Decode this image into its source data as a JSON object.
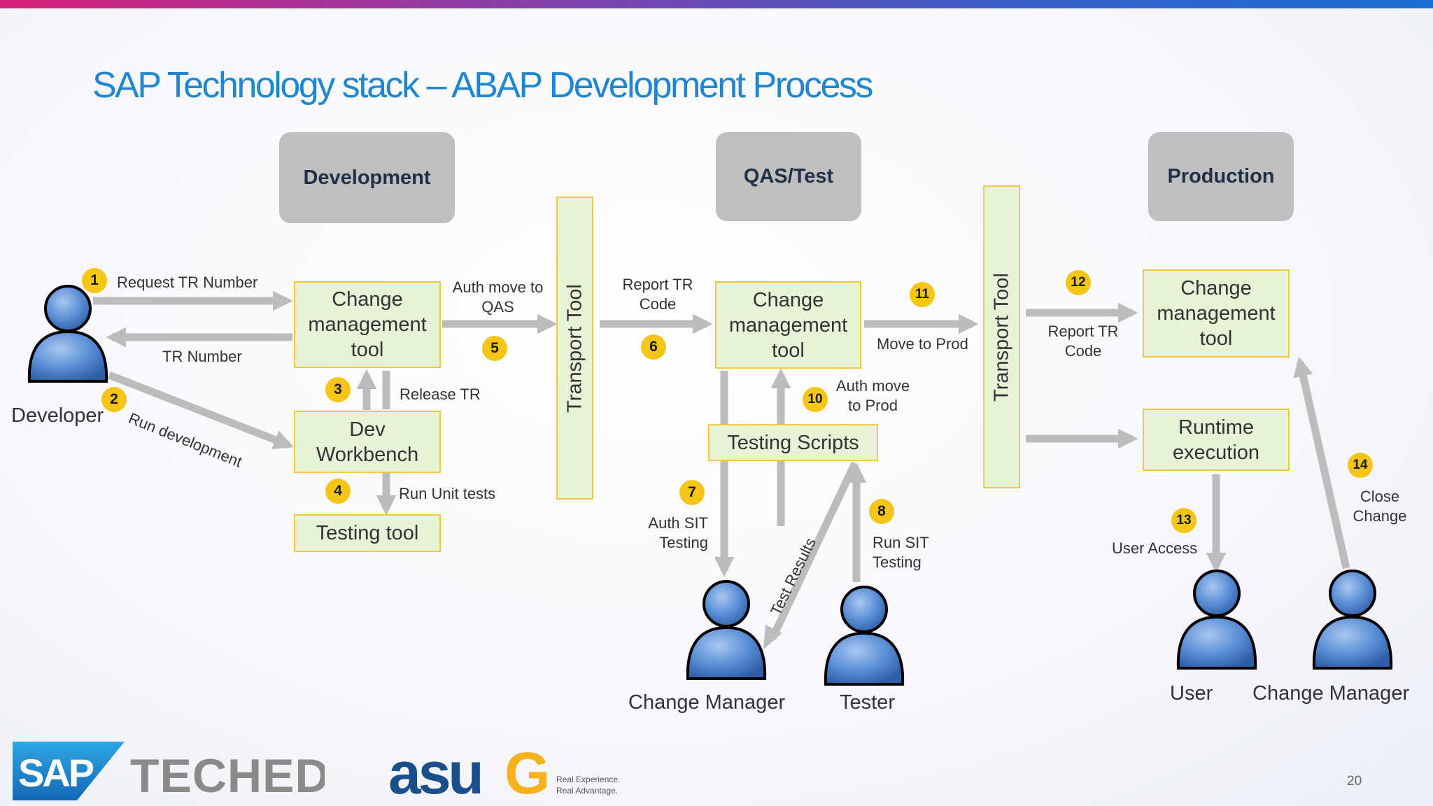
{
  "title": "SAP Technology stack – ABAP Development Process",
  "environments": {
    "development": "Development",
    "qas": "QAS/Test",
    "production": "Production"
  },
  "boxes": {
    "cm_dev": "Change management tool",
    "dev_workbench": "Dev Workbench",
    "testing_tool": "Testing tool",
    "transport_1": "Transport Tool",
    "cm_qas": "Change management tool",
    "testing_scripts": "Testing Scripts",
    "transport_2": "Transport Tool",
    "cm_prod": "Change management tool",
    "runtime": "Runtime execution"
  },
  "labels": {
    "request_tr": "Request TR Number",
    "tr_number": "TR Number",
    "run_dev": "Run development",
    "release_tr": "Release TR",
    "run_unit": "Run Unit tests",
    "auth_qas_1": "Auth move to",
    "auth_qas_2": "QAS",
    "report_tr_1": "Report TR",
    "report_tr_2": "Code",
    "move_prod": "Move to Prod",
    "auth_prod_1": "Auth move",
    "auth_prod_2": "to Prod",
    "auth_sit_1": "Auth SIT",
    "auth_sit_2": "Testing",
    "test_results": "Test Results",
    "run_sit_1": "Run SIT",
    "run_sit_2": "Testing",
    "report_tr_p1": "Report TR",
    "report_tr_p2": "Code",
    "user_access": "User Access",
    "close_1": "Close",
    "close_2": "Change"
  },
  "steps": [
    "1",
    "2",
    "3",
    "4",
    "5",
    "6",
    "7",
    "8",
    "10",
    "11",
    "12",
    "13",
    "14"
  ],
  "actors": {
    "developer": "Developer",
    "change_manager_qas": "Change Manager",
    "tester": "Tester",
    "user": "User",
    "change_manager_prod": "Change Manager"
  },
  "footer": {
    "sap_logo": "SAP TECHED",
    "asug_logo": "asug",
    "asug_tagline_1": "Real Experience.",
    "asug_tagline_2": "Real Advantage.",
    "page_number": "20"
  },
  "colors": {
    "title": "#1f86d2",
    "env_box": "#bfbfbf",
    "process_box_fill": "#e7f3d6",
    "process_box_border": "#f2c744",
    "badge": "#f5c518",
    "arrow": "#bcbcbc",
    "person": "#5b8fd6"
  }
}
